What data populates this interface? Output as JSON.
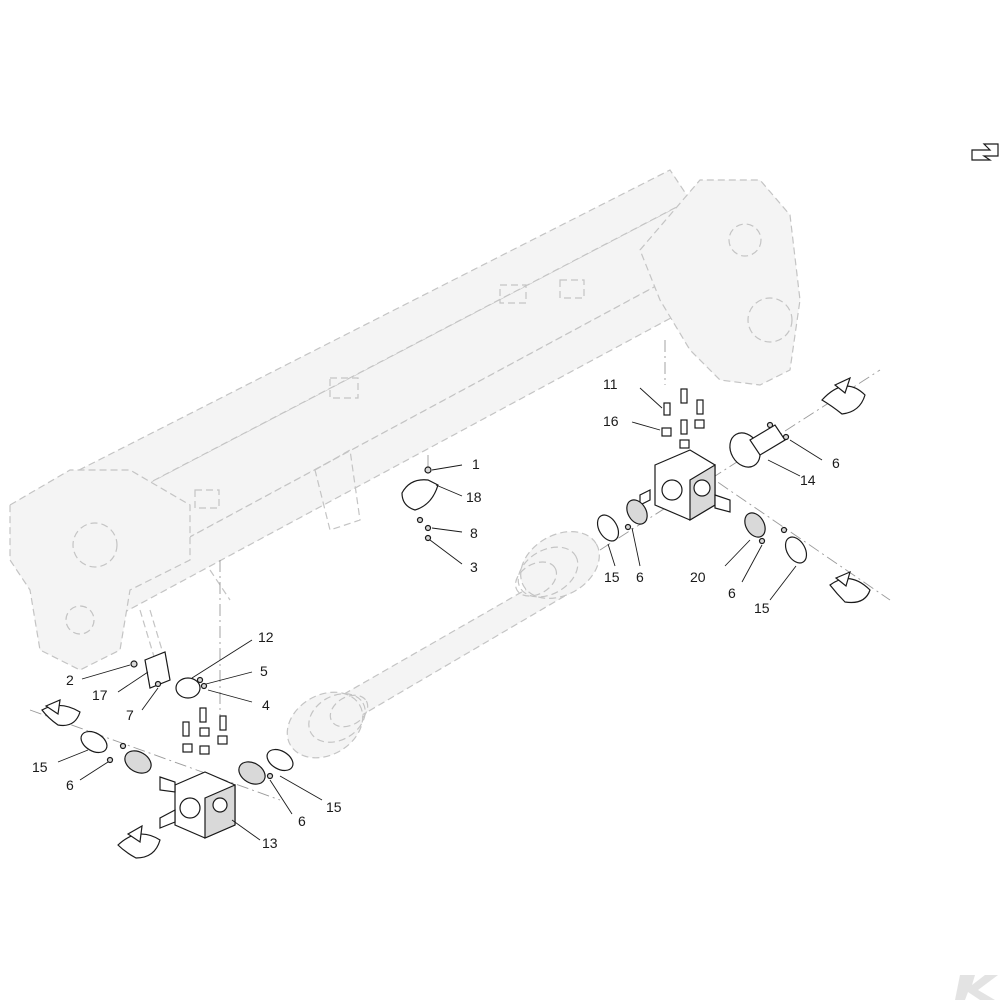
{
  "icons": {
    "view_arrow": "view-direction-arrow-icon",
    "brand_logo": "kramp-k-logo-icon",
    "rotation": "rotation-direction-arrow-icon"
  },
  "colors": {
    "line": "#1a1a1a",
    "ghost": "#c4c4c4",
    "part_shade": "#d9d9d9"
  },
  "callouts": [
    {
      "id": "c1",
      "label": "1"
    },
    {
      "id": "c18",
      "label": "18"
    },
    {
      "id": "c8",
      "label": "8"
    },
    {
      "id": "c3",
      "label": "3"
    },
    {
      "id": "c11",
      "label": "11"
    },
    {
      "id": "c16",
      "label": "16"
    },
    {
      "id": "c6a",
      "label": "6"
    },
    {
      "id": "c14",
      "label": "14"
    },
    {
      "id": "c15a",
      "label": "15"
    },
    {
      "id": "c6b",
      "label": "6"
    },
    {
      "id": "c20",
      "label": "20"
    },
    {
      "id": "c6c",
      "label": "6"
    },
    {
      "id": "c15b",
      "label": "15"
    },
    {
      "id": "c12",
      "label": "12"
    },
    {
      "id": "c2",
      "label": "2"
    },
    {
      "id": "c5",
      "label": "5"
    },
    {
      "id": "c17",
      "label": "17"
    },
    {
      "id": "c4",
      "label": "4"
    },
    {
      "id": "c7",
      "label": "7"
    },
    {
      "id": "c15c",
      "label": "15"
    },
    {
      "id": "c6d",
      "label": "6"
    },
    {
      "id": "c15d",
      "label": "15"
    },
    {
      "id": "c6e",
      "label": "6"
    },
    {
      "id": "c13",
      "label": "13"
    }
  ]
}
